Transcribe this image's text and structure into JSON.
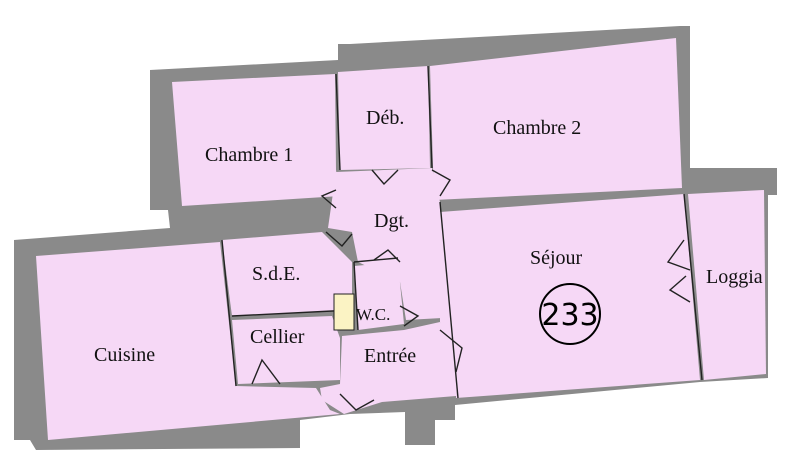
{
  "plan": {
    "rooms": {
      "chambre1": "Chambre 1",
      "deb": "Déb.",
      "chambre2": "Chambre 2",
      "dgt": "Dgt.",
      "sde": "S.d.E.",
      "wc": "W.C.",
      "cellier": "Cellier",
      "entree": "Entrée",
      "cuisine": "Cuisine",
      "sejour": "Séjour",
      "loggia": "Loggia"
    },
    "lot_number": "233",
    "colors": {
      "room_fill": "#f6d8f6",
      "wall": "#8a8a8a",
      "wc_fixture": "#fbf3c4"
    }
  }
}
